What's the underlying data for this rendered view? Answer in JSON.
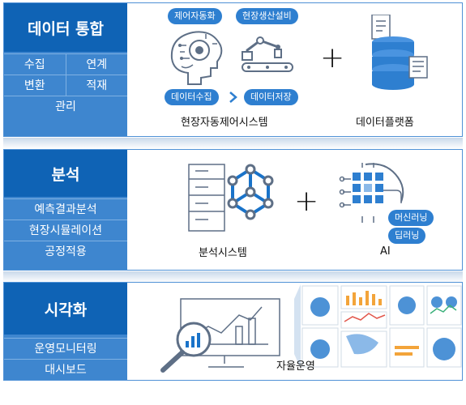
{
  "sections": {
    "integration": {
      "title": "데이터 통합",
      "items": [
        "수집",
        "연계",
        "변환",
        "적재",
        "관리"
      ],
      "tags": {
        "automation": "제어자동화",
        "equipment": "현장생산설비",
        "collect": "데이터수집",
        "store": "데이터저장"
      },
      "system_caption": "현장자동제어시스템",
      "plus": "+",
      "platform_caption": "데이터플랫폼"
    },
    "analysis": {
      "title": "분석",
      "items": [
        "예측결과분석",
        "현장시뮬레이션",
        "공정적용"
      ],
      "system_caption": "분석시스템",
      "plus": "+",
      "ai_tags": {
        "ml": "머신러닝",
        "dl": "딥러닝"
      },
      "ai_caption": "AI"
    },
    "visualization": {
      "title": "시각화",
      "items": [
        "운영모니터링",
        "대시보드"
      ],
      "caption": "자율운영"
    }
  },
  "colors": {
    "header": "#0f63b5",
    "panel": "#3e86cf",
    "pill": "#2e7fd0",
    "icon": "#5e6f86",
    "cube": "#1a73c9"
  }
}
